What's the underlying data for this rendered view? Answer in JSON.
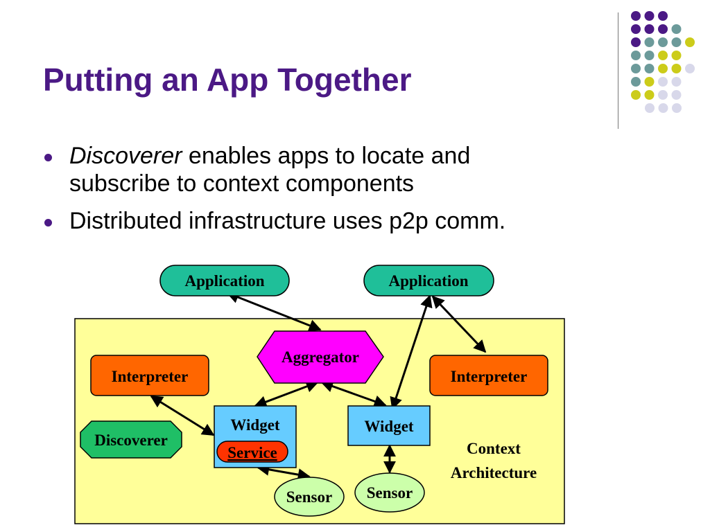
{
  "slide": {
    "title": "Putting an App Together",
    "bullets": [
      {
        "em": "Discoverer",
        "rest": " enables apps to locate and",
        "line2": "subscribe to context components"
      },
      {
        "em": "",
        "rest": "Distributed infrastructure uses p2p comm.",
        "line2": ""
      }
    ]
  },
  "decor": {
    "dot_colors": {
      "purple": "#4b1985",
      "teal": "#6c9a9a",
      "olive": "#cccc1a",
      "lavender": "#d8d8ea"
    }
  },
  "diagram": {
    "region_label_line1": "Context",
    "region_label_line2": "Architecture",
    "nodes": {
      "application_left": "Application",
      "application_right": "Application",
      "aggregator": "Aggregator",
      "interpreter_left": "Interpreter",
      "interpreter_right": "Interpreter",
      "discoverer": "Discoverer",
      "widget_left": "Widget",
      "service": "Service",
      "widget_right": "Widget",
      "sensor_left": "Sensor",
      "sensor_right": "Sensor"
    },
    "colors": {
      "region": "#ffff99",
      "application": "#1fbf99",
      "aggregator": "#ff00ff",
      "interpreter": "#ff6600",
      "discoverer": "#1fbf66",
      "widget": "#66ccff",
      "service": "#ff3300",
      "sensor": "#ccffaa"
    }
  }
}
